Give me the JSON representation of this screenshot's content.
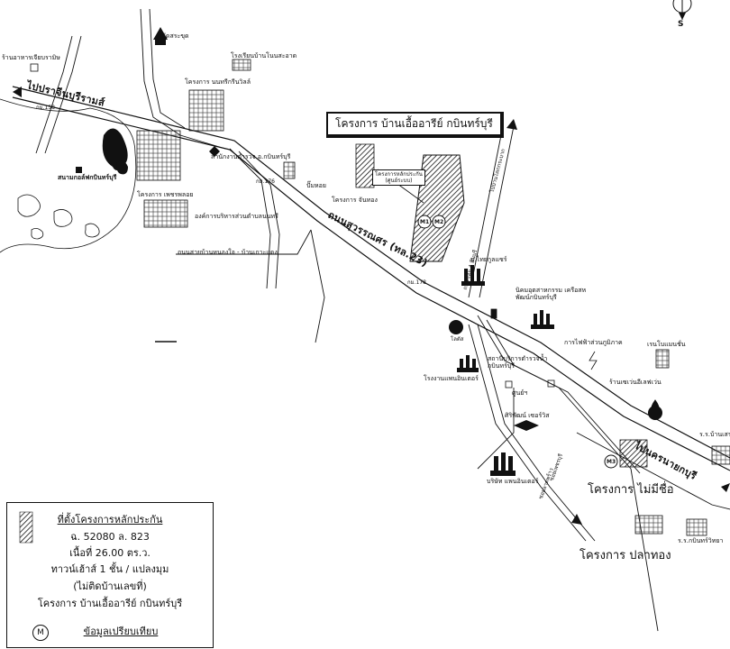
{
  "compass": {
    "label": "S"
  },
  "project_title": "โครงการ บ้านเอื้ออารีย์ กบินทร์บุรี",
  "subject_box": {
    "line1": "โครงการหลักประกัน",
    "line2": "(ศูนย์ระบบ)"
  },
  "markers": {
    "m1": "M1",
    "m2": "M2",
    "m3": "M3"
  },
  "roads": {
    "northwest_road": "ไปปราจีนบุรีรามส์",
    "highway_label": "ถนนสุวรรณศร (ทล.23)",
    "east_road": "ไปนครนายกบุรี",
    "vertical_road_a": "ถนนซอย 4 มีนบุรี",
    "vertical_road_b": "ไปบ้านโคกกระบาก",
    "south_road_a": "ซอยลาดพร้าว",
    "south_road_b": "ซอยเพชรบุรี",
    "km_1": "กม.158",
    "km_2": "กม.176",
    "km_3": "กม.178"
  },
  "places": {
    "restaurant": "ร้านอาหารเจียบรามิษ",
    "temple": "วัดสระขุด",
    "school": "โรงเรียนบ้านโนนสะอาด",
    "project_north": "โครงการ นนทรีกรีนวิลล์",
    "police": "สำนักงานตำรวจ อ.กบินทร์บุรี",
    "golf": "สนามกอล์ฟกบินทร์บุรี",
    "project_petch": "โครงการ เพชรพลอย",
    "gas": "ปั๊มหอย",
    "project_jan": "โครงการ จันทอง",
    "local_admin": "องค์การบริหารส่วนตำบลนนทรี",
    "road_link": "ถนนสายบ้านหนองใจ - บ้านเกาะแดง",
    "factory_1": "บ.ไทยกูลแซร์",
    "industrial": "นิคมอุตสาหกรรม เครือสหพัฒน์กบินทร์บุรี",
    "pea": "การไฟฟ้าส่วนภูมิภาค",
    "furniture": "เรนโบแมนชั่น",
    "seven": "ร้านเซเว่นอีเลฟเว่น",
    "shops_a": "สถานีบริการตำรวจน้ำ กบินทร์บุรี",
    "shops_b": "ศูนย์ฯ",
    "factory_sheet": "โรงงานแพนอินเตอร์",
    "lotus": "โลตัส",
    "market": "ศิริพัฒน์ เซอร์วิส",
    "company": "บริษัท แพนอินเตอร์",
    "hospital_e": "ร.ร.บ้านเสร",
    "school_e": "ร.ร.กบินทร์วิทยา",
    "project_noname": "โครงการ ไม่มีชื่อ",
    "project_platong": "โครงการ ปลาทอง"
  },
  "legend": {
    "title": "ที่ตั้งโครงการหลักประกัน",
    "line1": "ฉ. 52080 ล. 823",
    "line2": "เนื้อที่ 26.00 ตร.ว.",
    "line3": "ทาวน์เฮ้าส์ 1 ชั้น / แปลงมุม",
    "line4": "(ไม่ติดบ้านเลขที่)",
    "line5": "โครงการ บ้านเอื้ออารีย์ กบินทร์บุรี",
    "compare_label": "ข้อมูลเปรียบเทียบ",
    "marker_symbol": "M"
  }
}
